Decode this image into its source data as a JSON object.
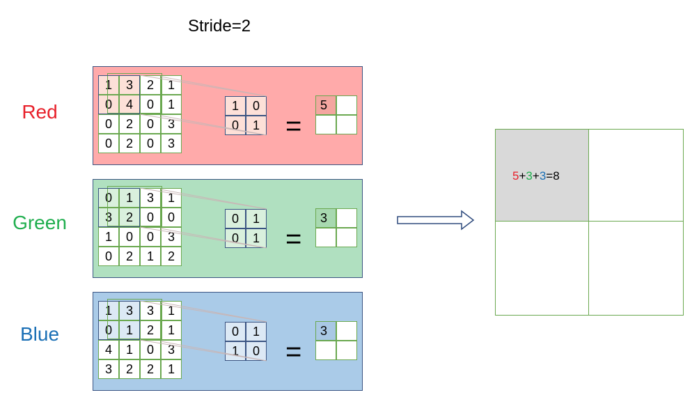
{
  "title": "Stride=2",
  "channels": [
    {
      "label": "Red",
      "label_color": "#e8202a",
      "panel_color": "#ffaaaa",
      "tint": "#fde0d8",
      "input": [
        [
          "1",
          "3",
          "2",
          "1"
        ],
        [
          "0",
          "4",
          "0",
          "1"
        ],
        [
          "0",
          "2",
          "0",
          "3"
        ],
        [
          "0",
          "2",
          "0",
          "3"
        ]
      ],
      "kernel": [
        [
          "1",
          "0"
        ],
        [
          "0",
          "1"
        ]
      ],
      "output_value": "5",
      "output_tint": "#f4a6a0"
    },
    {
      "label": "Green",
      "label_color": "#1fae4e",
      "panel_color": "#b0e0c0",
      "tint": "#d9f0dd",
      "input": [
        [
          "0",
          "1",
          "3",
          "1"
        ],
        [
          "3",
          "2",
          "0",
          "0"
        ],
        [
          "1",
          "0",
          "0",
          "3"
        ],
        [
          "0",
          "2",
          "1",
          "2"
        ]
      ],
      "kernel": [
        [
          "0",
          "1"
        ],
        [
          "0",
          "1"
        ]
      ],
      "output_value": "3",
      "output_tint": "#a8d9b0"
    },
    {
      "label": "Blue",
      "label_color": "#1a6fb5",
      "panel_color": "#aacbe8",
      "tint": "#dce9f5",
      "input": [
        [
          "1",
          "3",
          "3",
          "1"
        ],
        [
          "0",
          "1",
          "2",
          "1"
        ],
        [
          "4",
          "1",
          "0",
          "3"
        ],
        [
          "3",
          "2",
          "2",
          "1"
        ]
      ],
      "kernel": [
        [
          "0",
          "1"
        ],
        [
          "1",
          "0"
        ]
      ],
      "output_value": "3",
      "output_tint": "#a9c8e4"
    }
  ],
  "result": {
    "terms": [
      {
        "text": "5",
        "color": "#e8202a"
      },
      {
        "text": "+",
        "color": "#000000"
      },
      {
        "text": "3",
        "color": "#1fae4e"
      },
      {
        "text": "+",
        "color": "#000000"
      },
      {
        "text": "3",
        "color": "#1a6fb5"
      },
      {
        "text": "=8",
        "color": "#000000"
      }
    ],
    "cell_color": "#d9d9d9"
  },
  "equals_sign": "="
}
